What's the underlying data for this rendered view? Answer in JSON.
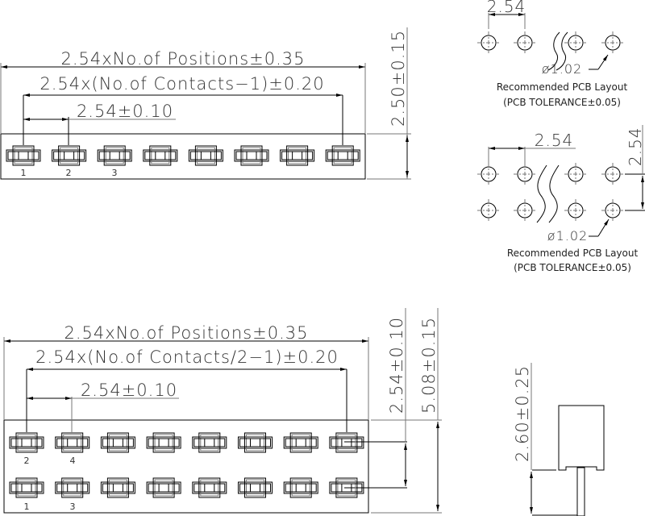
{
  "single_row": {
    "overall_length": "2.54xNo.of Positions±0.35",
    "contact_span": "2.54x(No.of Contacts−1)±0.20",
    "pitch": "2.54±0.10",
    "height": "2.50±0.15",
    "contact_count": 8,
    "pin_labels": [
      "1",
      "2",
      "3"
    ]
  },
  "double_row": {
    "overall_length": "2.54xNo.of Positions±0.35",
    "contact_span": "2.54x(No.of Contacts/2−1)±0.20",
    "pitch": "2.54±0.10",
    "row_pitch": "2.54±0.10",
    "height": "5.08±0.15",
    "contacts_per_row": 8,
    "top_row_labels": [
      "2",
      "4"
    ],
    "bottom_row_labels": [
      "1",
      "3"
    ]
  },
  "pcb_single": {
    "pitch": "2.54",
    "hole_dia": "ø1.02",
    "title": "Recommended PCB Layout",
    "tolerance": "(PCB TOLERANCE±0.05)"
  },
  "pcb_double": {
    "pitch": "2.54",
    "row_pitch": "2.54",
    "hole_dia": "ø1.02",
    "title": "Recommended PCB Layout",
    "tolerance": "(PCB TOLERANCE±0.05)"
  },
  "side_view": {
    "pin_length": "2.60±0.25"
  }
}
